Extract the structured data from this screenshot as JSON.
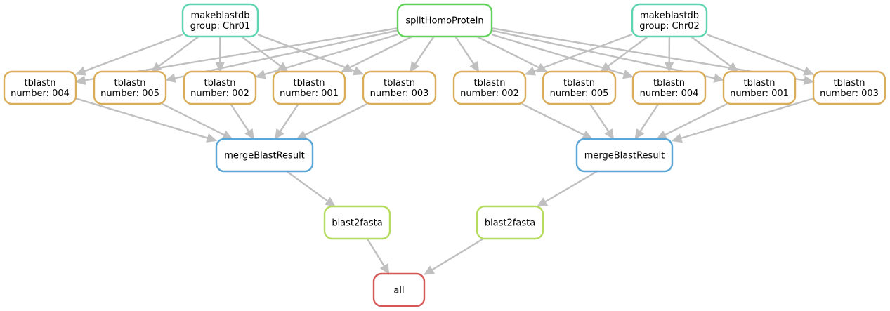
{
  "diagram": {
    "colors": {
      "edge": "#c0c0c0",
      "makeblastdb": "#5fd4b0",
      "splitHomoProtein": "#62d25a",
      "tblastn": "#d9ad5a",
      "mergeBlastResult": "#5aa6d6",
      "blast2fasta": "#b5dc5f",
      "all": "#d65959"
    },
    "nodes": [
      {
        "id": "mkdb1",
        "rule": "makeblastdb",
        "lines": [
          "makeblastdb",
          "group: Chr01"
        ]
      },
      {
        "id": "split",
        "rule": "splitHomoProtein",
        "lines": [
          "splitHomoProtein"
        ]
      },
      {
        "id": "mkdb2",
        "rule": "makeblastdb",
        "lines": [
          "makeblastdb",
          "group: Chr02"
        ]
      },
      {
        "id": "t1_004",
        "rule": "tblastn",
        "lines": [
          "tblastn",
          "number: 004"
        ]
      },
      {
        "id": "t1_005",
        "rule": "tblastn",
        "lines": [
          "tblastn",
          "number: 005"
        ]
      },
      {
        "id": "t1_002",
        "rule": "tblastn",
        "lines": [
          "tblastn",
          "number: 002"
        ]
      },
      {
        "id": "t1_001",
        "rule": "tblastn",
        "lines": [
          "tblastn",
          "number: 001"
        ]
      },
      {
        "id": "t1_003",
        "rule": "tblastn",
        "lines": [
          "tblastn",
          "number: 003"
        ]
      },
      {
        "id": "t2_002",
        "rule": "tblastn",
        "lines": [
          "tblastn",
          "number: 002"
        ]
      },
      {
        "id": "t2_005",
        "rule": "tblastn",
        "lines": [
          "tblastn",
          "number: 005"
        ]
      },
      {
        "id": "t2_004",
        "rule": "tblastn",
        "lines": [
          "tblastn",
          "number: 004"
        ]
      },
      {
        "id": "t2_001",
        "rule": "tblastn",
        "lines": [
          "tblastn",
          "number: 001"
        ]
      },
      {
        "id": "t2_003",
        "rule": "tblastn",
        "lines": [
          "tblastn",
          "number: 003"
        ]
      },
      {
        "id": "merge1",
        "rule": "mergeBlastResult",
        "lines": [
          "mergeBlastResult"
        ]
      },
      {
        "id": "merge2",
        "rule": "mergeBlastResult",
        "lines": [
          "mergeBlastResult"
        ]
      },
      {
        "id": "b2f1",
        "rule": "blast2fasta",
        "lines": [
          "blast2fasta"
        ]
      },
      {
        "id": "b2f2",
        "rule": "blast2fasta",
        "lines": [
          "blast2fasta"
        ]
      },
      {
        "id": "all",
        "rule": "all",
        "lines": [
          "all"
        ]
      }
    ],
    "edges": [
      [
        "mkdb1",
        "t1_004"
      ],
      [
        "mkdb1",
        "t1_005"
      ],
      [
        "mkdb1",
        "t1_002"
      ],
      [
        "mkdb1",
        "t1_001"
      ],
      [
        "mkdb1",
        "t1_003"
      ],
      [
        "split",
        "t1_004"
      ],
      [
        "split",
        "t1_005"
      ],
      [
        "split",
        "t1_002"
      ],
      [
        "split",
        "t1_001"
      ],
      [
        "split",
        "t1_003"
      ],
      [
        "split",
        "t2_002"
      ],
      [
        "split",
        "t2_005"
      ],
      [
        "split",
        "t2_004"
      ],
      [
        "split",
        "t2_001"
      ],
      [
        "split",
        "t2_003"
      ],
      [
        "mkdb2",
        "t2_002"
      ],
      [
        "mkdb2",
        "t2_005"
      ],
      [
        "mkdb2",
        "t2_004"
      ],
      [
        "mkdb2",
        "t2_001"
      ],
      [
        "mkdb2",
        "t2_003"
      ],
      [
        "t1_004",
        "merge1"
      ],
      [
        "t1_005",
        "merge1"
      ],
      [
        "t1_002",
        "merge1"
      ],
      [
        "t1_001",
        "merge1"
      ],
      [
        "t1_003",
        "merge1"
      ],
      [
        "t2_002",
        "merge2"
      ],
      [
        "t2_005",
        "merge2"
      ],
      [
        "t2_004",
        "merge2"
      ],
      [
        "t2_001",
        "merge2"
      ],
      [
        "t2_003",
        "merge2"
      ],
      [
        "merge1",
        "b2f1"
      ],
      [
        "merge2",
        "b2f2"
      ],
      [
        "b2f1",
        "all"
      ],
      [
        "b2f2",
        "all"
      ]
    ]
  }
}
